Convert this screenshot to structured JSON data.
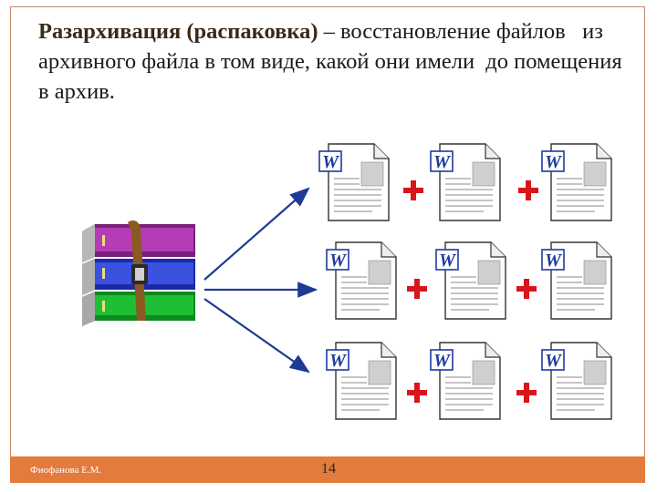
{
  "slide": {
    "term": "Разархивация (распаковка)",
    "definition": " – восстановление файлов   из архивного файла в том виде, какой они имели  до помещения в архив."
  },
  "footer": {
    "author": "Фиофанова Е.М.",
    "page_number": "14",
    "bar_color": "#e27b3c"
  },
  "illustration": {
    "archive_icon": "winrar-books-archive-icon",
    "document_icon": "word-document-icon",
    "document_badge": "W",
    "plus_icon": "plus-icon",
    "arrow_color": "#1f3a93",
    "plus_color": "#d9151b"
  }
}
